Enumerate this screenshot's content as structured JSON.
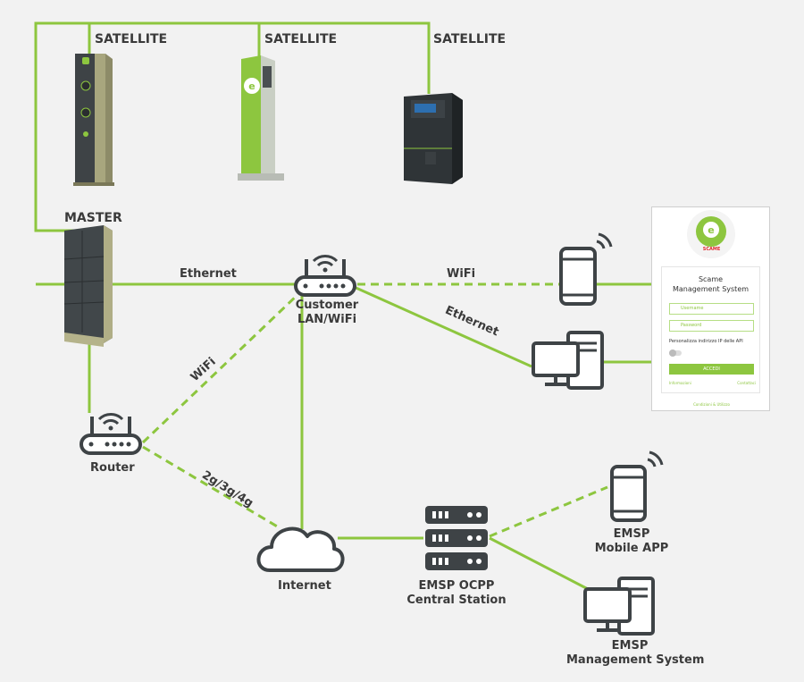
{
  "labels": {
    "satellite_1": "SATELLITE",
    "satellite_2": "SATELLITE",
    "satellite_3": "SATELLITE",
    "master": "MASTER",
    "ethernet_1": "Ethernet",
    "wifi_1": "WiFi",
    "customer_lan_1": "Customer",
    "customer_lan_2": "LAN/WiFi",
    "ethernet_2": "Ethernet",
    "wifi_2": "WiFi",
    "router": "Router",
    "mobile_net": "2g/3g/4g",
    "internet": "Internet",
    "central_1": "EMSP OCPP",
    "central_2": "Central Station",
    "mobile_app_1": "EMSP",
    "mobile_app_2": "Mobile APP",
    "mgmt_1": "EMSP",
    "mgmt_2": "Management System"
  },
  "login_panel": {
    "brand": "SCAME",
    "title_1": "Scame",
    "title_2": "Management System",
    "username_placeholder": "Username",
    "password_placeholder": "Password",
    "api_label": "Personalizza indirizzo IP delle API",
    "submit": "ACCEDI",
    "link_left": "Informazioni",
    "link_right": "Contattaci",
    "footer": "Condizioni & Utilizzo"
  },
  "colors": {
    "link": "#8dc63f",
    "device_dark": "#3e4346",
    "background": "#f2f2f2"
  }
}
